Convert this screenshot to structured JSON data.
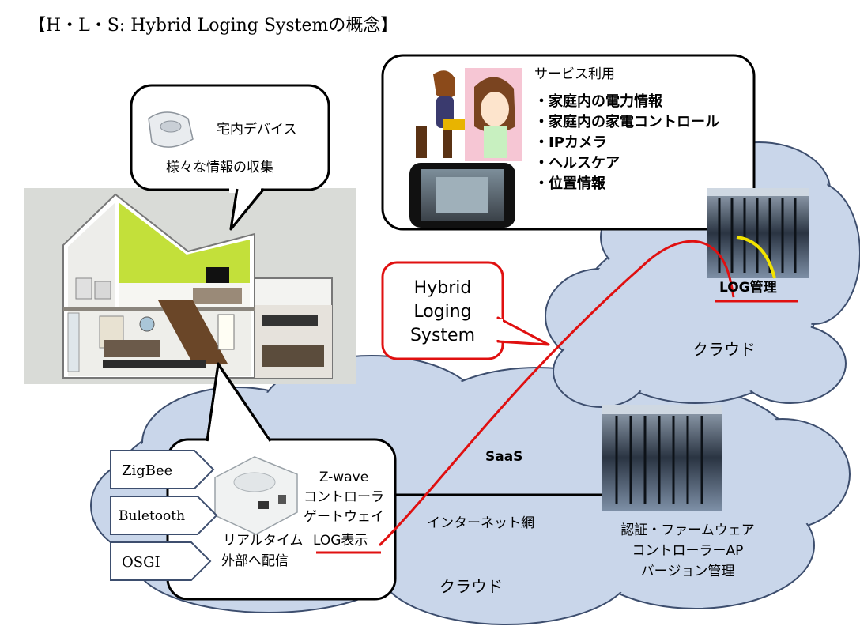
{
  "title": "【H・L・S: Hybrid Loging Systemの概念】",
  "device_bubble": {
    "line1": "宅内デバイス",
    "line2": "様々な情報の収集"
  },
  "service_box": {
    "heading": "サービス利用",
    "items": [
      "・家庭内の電力情報",
      "・家庭内の家電コントロール",
      "・IPカメラ",
      "・ヘルスケア",
      "・位置情報"
    ]
  },
  "hls_callout": {
    "text": "Hybrid\nLoging\nSystem"
  },
  "cloud_right": {
    "label": "クラウド",
    "server_label": "LOG管理"
  },
  "cloud_bottom": {
    "label": "クラウド",
    "saas": "SaaS",
    "internet": "インターネット網",
    "server_text": "認証・ファームウェア\nコントローラーAP\nバージョン管理"
  },
  "gateway_box": {
    "zwave": "Z-wave\nコントローラ\nゲートウェイ",
    "realtime": "リアルタイム",
    "log_display": "LOG表示",
    "external": "外部へ配信"
  },
  "protocols": [
    "ZigBee",
    "Buletooth",
    "OSGI"
  ],
  "colors": {
    "accent_red": "#e01010",
    "cloud_fill": "#c9d6ea",
    "cloud_stroke": "#3d4e6e",
    "wall_green": "#c3e03a"
  }
}
